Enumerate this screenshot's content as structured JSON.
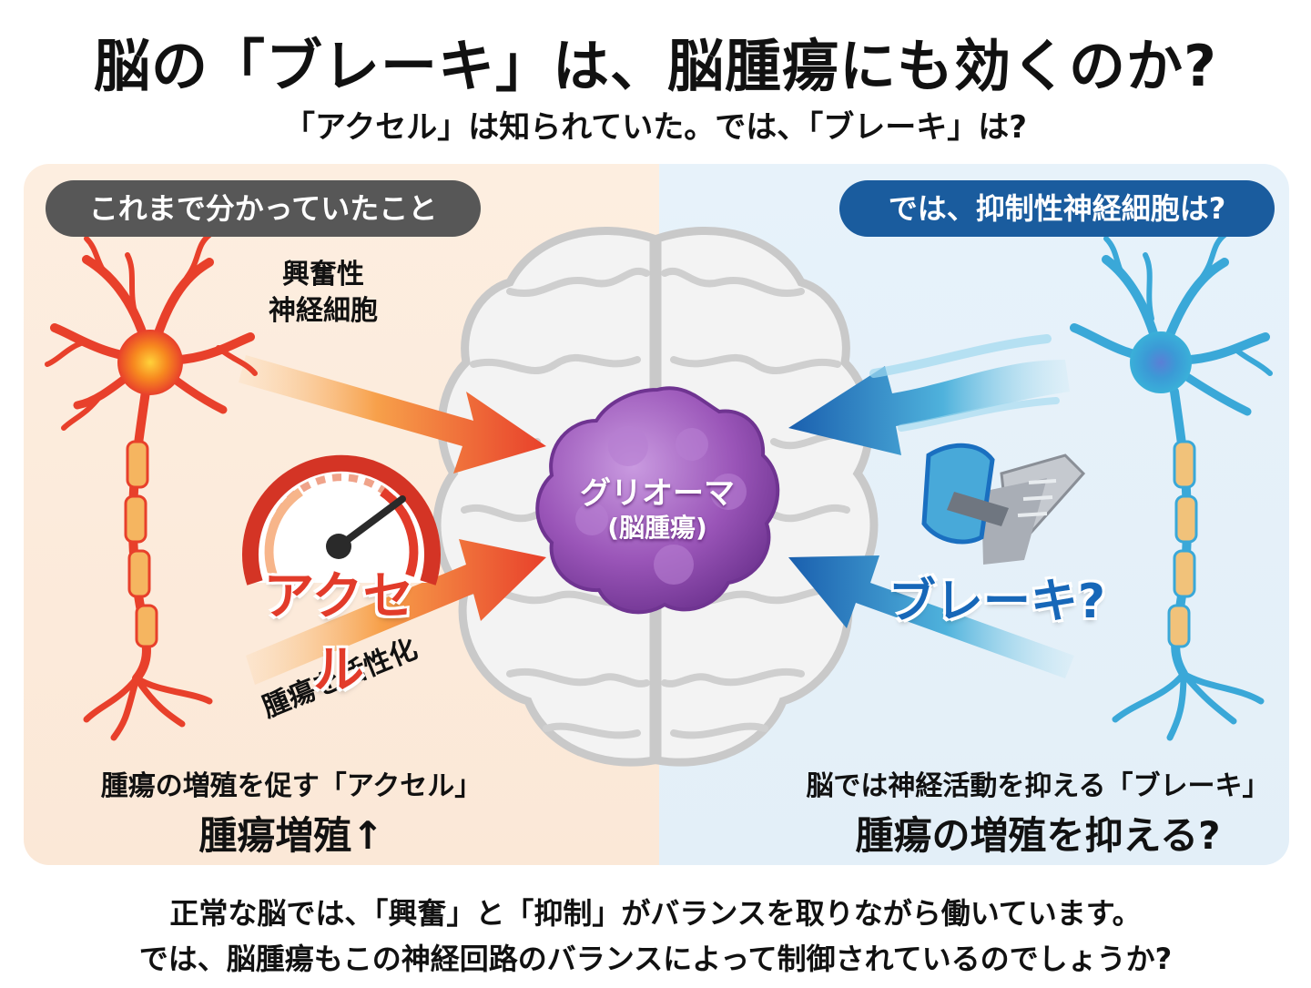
{
  "title": "脳の「ブレーキ」は、脳腫瘍にも効くのか?",
  "subtitle": "「アクセル」は知られていた。では、「ブレーキ」は?",
  "left_panel": {
    "pill": "これまで分かっていたこと",
    "neuron_label_line1": "興奮性",
    "neuron_label_line2": "神経細胞",
    "gauge_label": "アクセル",
    "arrow_label": "腫瘍を活性化",
    "bottom_line1": "腫瘍の増殖を促す「アクセル」",
    "bottom_line2": "腫瘍増殖↑",
    "accent_color": "#e8402b"
  },
  "right_panel": {
    "pill": "では、抑制性神経細胞は?",
    "pedal_label": "ブレーキ?",
    "bottom_line1": "脳では神経活動を抑える「ブレーキ」",
    "bottom_line2": "腫瘍の増殖を抑える?",
    "accent_color": "#1a6fc0"
  },
  "center": {
    "tumor_name": "グリオーマ",
    "tumor_sub": "(脳腫瘍)",
    "tumor_color": "#9a55b8"
  },
  "footer": {
    "line1": "正常な脳では、「興奮」と「抑制」がバランスを取りながら働いています。",
    "line2": "では、脳腫瘍もこの神経回路のバランスによって制御されているのでしょうか?"
  },
  "icons": [
    "excitatory-neuron-icon",
    "inhibitory-neuron-icon",
    "brain-icon",
    "tumor-icon",
    "speedometer-icon",
    "brake-pedal-icon"
  ]
}
